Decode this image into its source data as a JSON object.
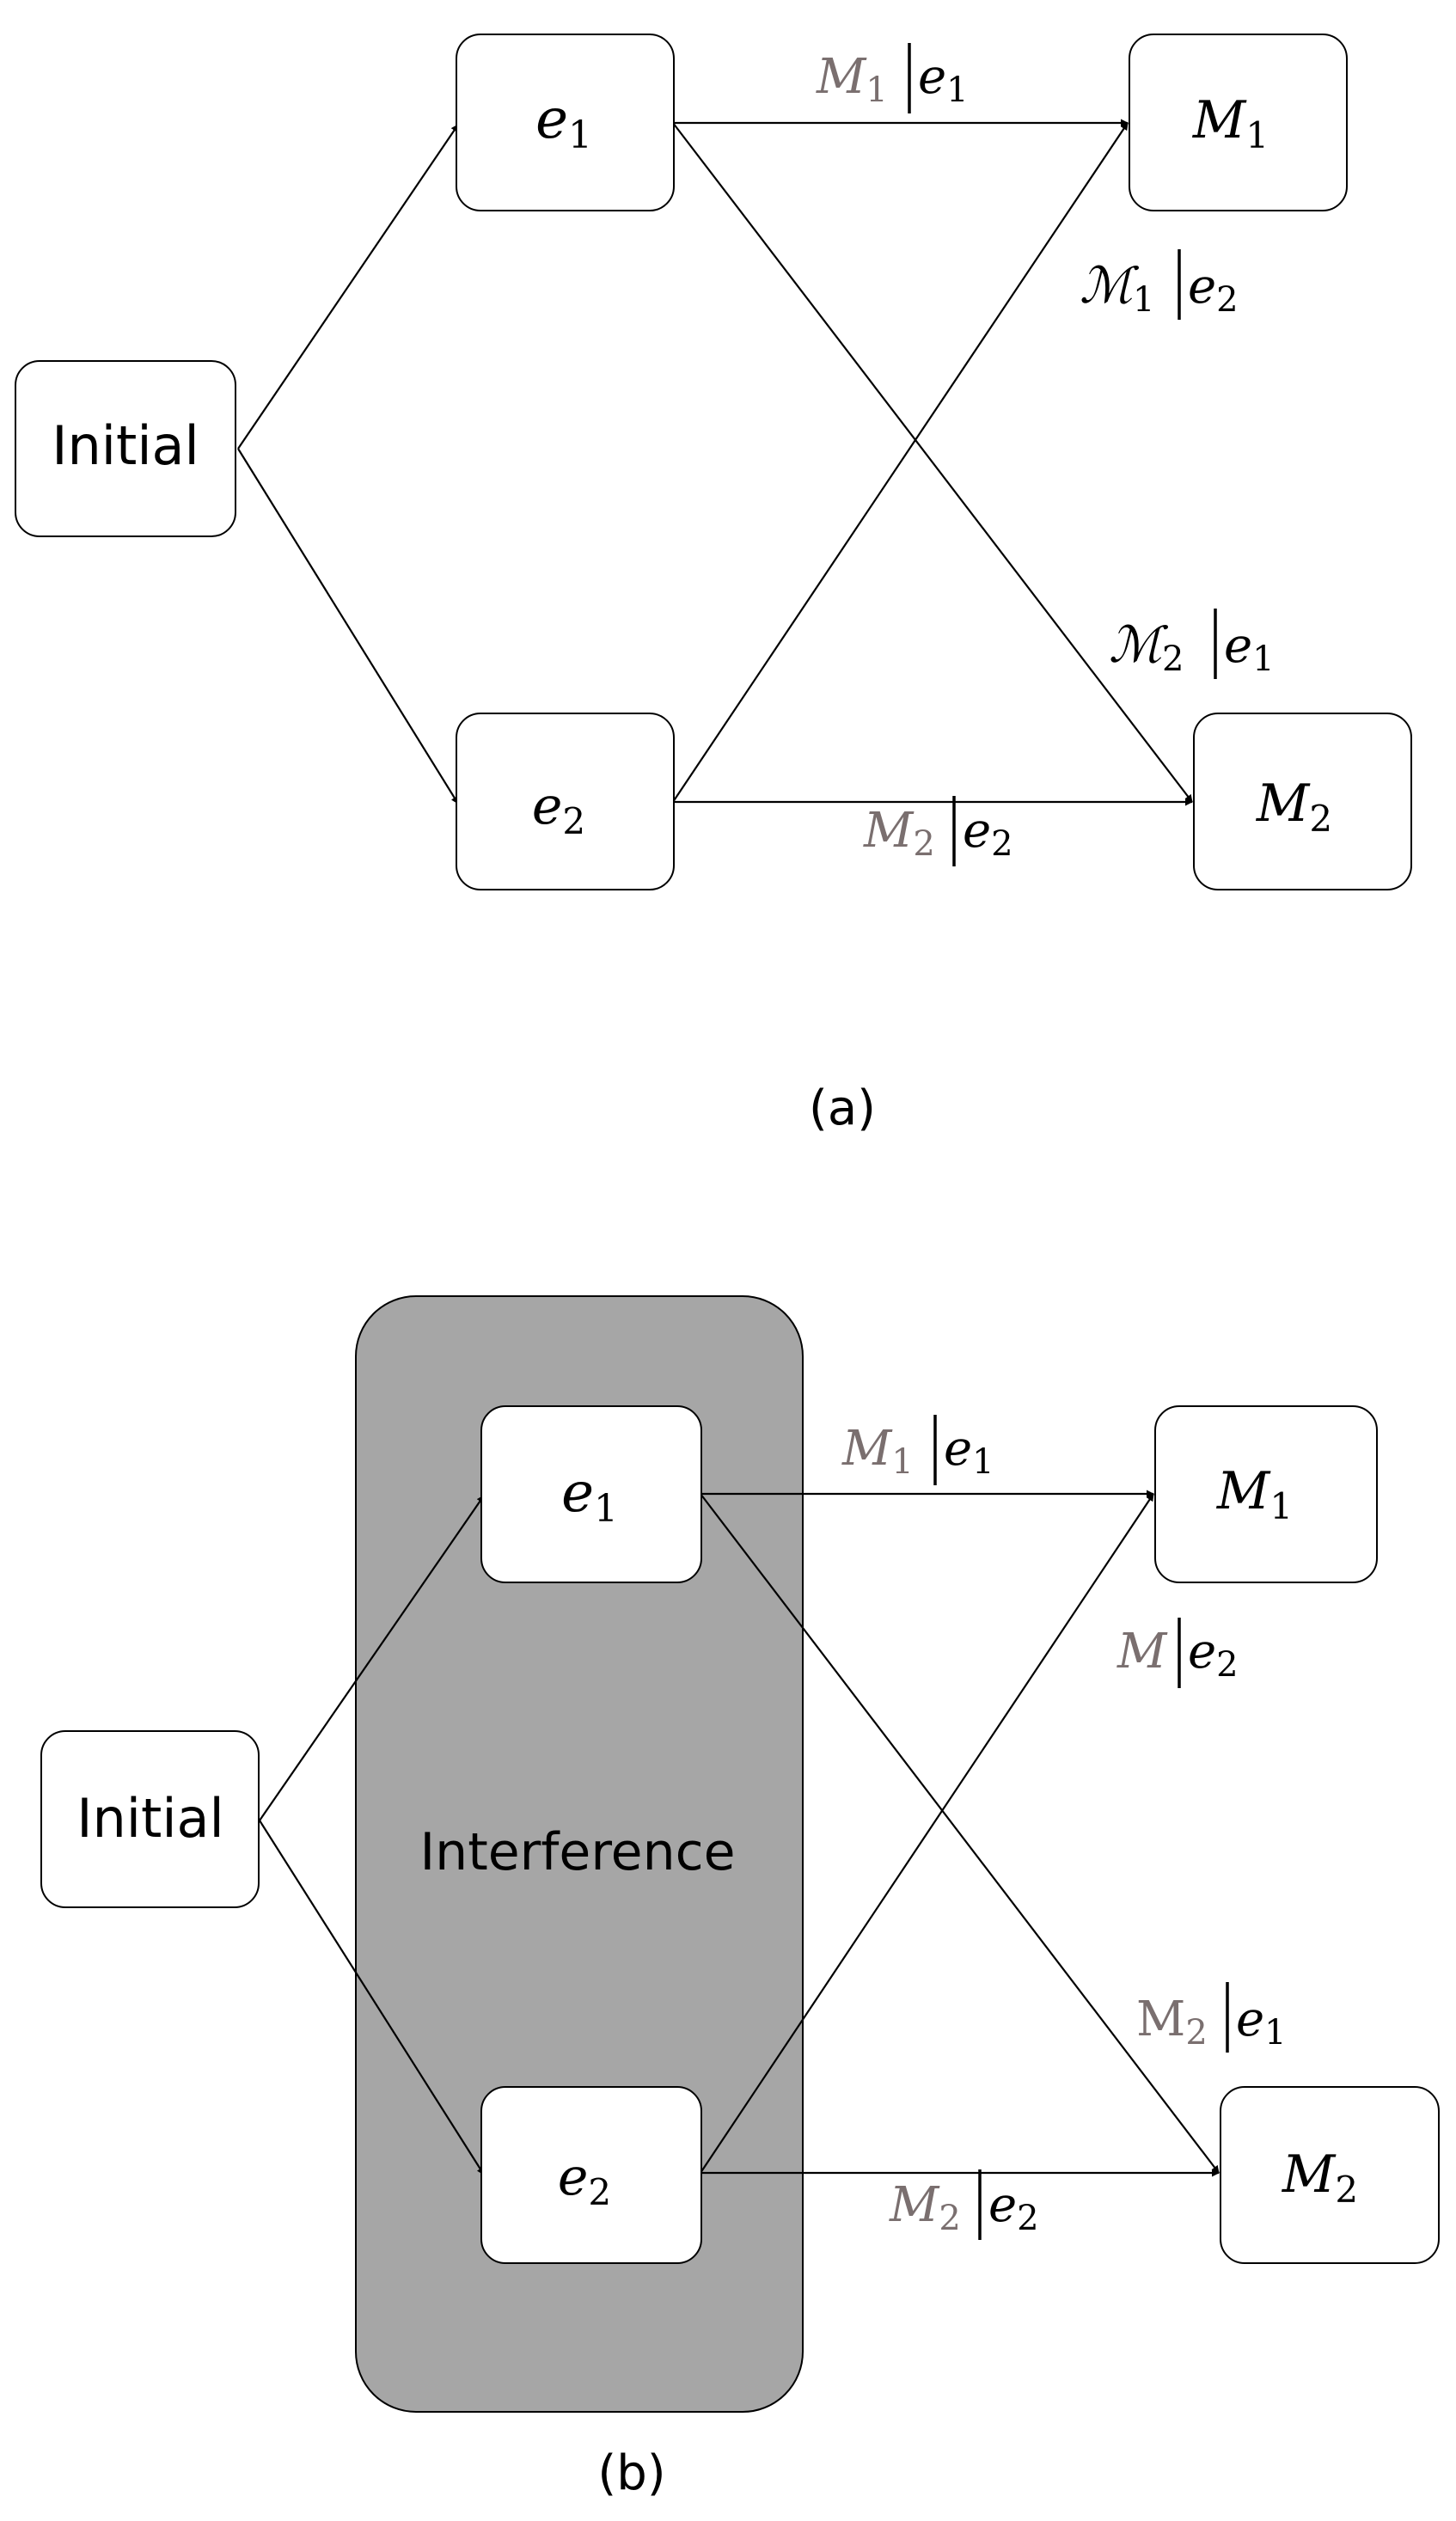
{
  "colors": {
    "interference_fill": "#a6a6a6",
    "prob_symbol_grey": "#7a6f6f"
  },
  "panel_a": {
    "caption": "(a)",
    "nodes": {
      "initial": "Initial",
      "e1": {
        "base": "e",
        "sub": "1"
      },
      "e2": {
        "base": "e",
        "sub": "2"
      },
      "m1": {
        "base": "M",
        "sub": "1"
      },
      "m2": {
        "base": "M",
        "sub": "2"
      }
    },
    "labels": {
      "m1_e1": {
        "lhs": "M",
        "lhs_sub": "1",
        "rhs": "e",
        "rhs_sub": "1"
      },
      "m1_e2": {
        "lhs": "ℳ",
        "lhs_sub": "1",
        "rhs": "e",
        "rhs_sub": "2"
      },
      "m2_e1": {
        "lhs": "ℳ",
        "lhs_sub": "2",
        "rhs": "e",
        "rhs_sub": "1"
      },
      "m2_e2": {
        "lhs": "M",
        "lhs_sub": "2",
        "rhs": "e",
        "rhs_sub": "2"
      }
    }
  },
  "panel_b": {
    "caption": "(b)",
    "region_label": "Interference",
    "nodes": {
      "initial": "Initial",
      "e1": {
        "base": "e",
        "sub": "1"
      },
      "e2": {
        "base": "e",
        "sub": "2"
      },
      "m1": {
        "base": "M",
        "sub": "1"
      },
      "m2": {
        "base": "M",
        "sub": "2"
      }
    },
    "labels": {
      "m1_e1": {
        "lhs": "M",
        "lhs_sub": "1",
        "rhs": "e",
        "rhs_sub": "1"
      },
      "m_e2": {
        "lhs": "M",
        "lhs_sub": "",
        "rhs": "e",
        "rhs_sub": "2"
      },
      "m2_e1": {
        "lhs": "M",
        "lhs_sub": "2",
        "rhs": "e",
        "rhs_sub": "1"
      },
      "m2_e2": {
        "lhs": "M",
        "lhs_sub": "2",
        "rhs": "e",
        "rhs_sub": "2"
      }
    }
  }
}
